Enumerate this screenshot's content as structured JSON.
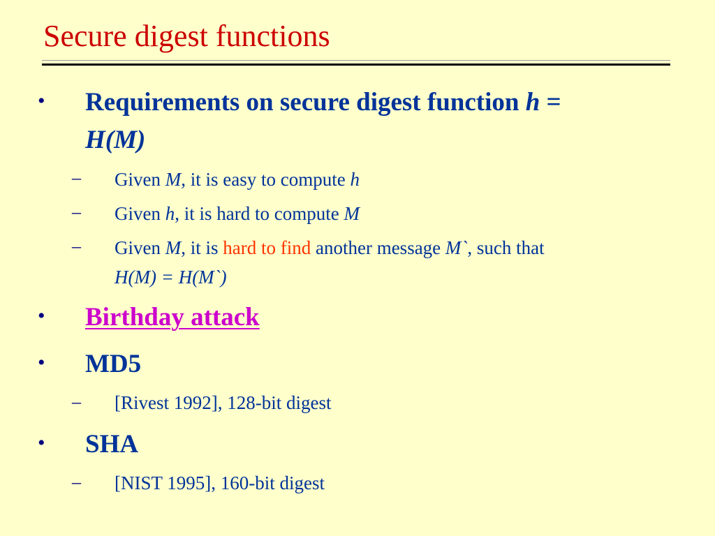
{
  "slide": {
    "title": "Secure digest functions",
    "bullets": {
      "b1": {
        "line1": "Requirements on secure digest function ",
        "h": "h",
        "eq": " =",
        "line2": "H(M)",
        "subs": {
          "s1": {
            "a": "Given ",
            "b": "M",
            "c": ", it is easy to compute ",
            "d": "h"
          },
          "s2": {
            "a": "Given ",
            "b": "h",
            "c": ", it is hard to compute ",
            "d": "M"
          },
          "s3": {
            "a": "Given ",
            "b": "M",
            "c": ", it is ",
            "red": "hard to find",
            "d": " another message ",
            "e": "M`",
            "f": ", such that",
            "line2": "H(M) = H(M`)"
          }
        }
      },
      "b2": {
        "link": "Birthday attack"
      },
      "b3": {
        "text": "MD5",
        "sub": "[Rivest 1992], 128-bit digest"
      },
      "b4": {
        "text": "SHA",
        "sub": "[NIST 1995], 160-bit digest"
      }
    },
    "marker": {
      "bullet": "•",
      "dash": "–"
    }
  }
}
